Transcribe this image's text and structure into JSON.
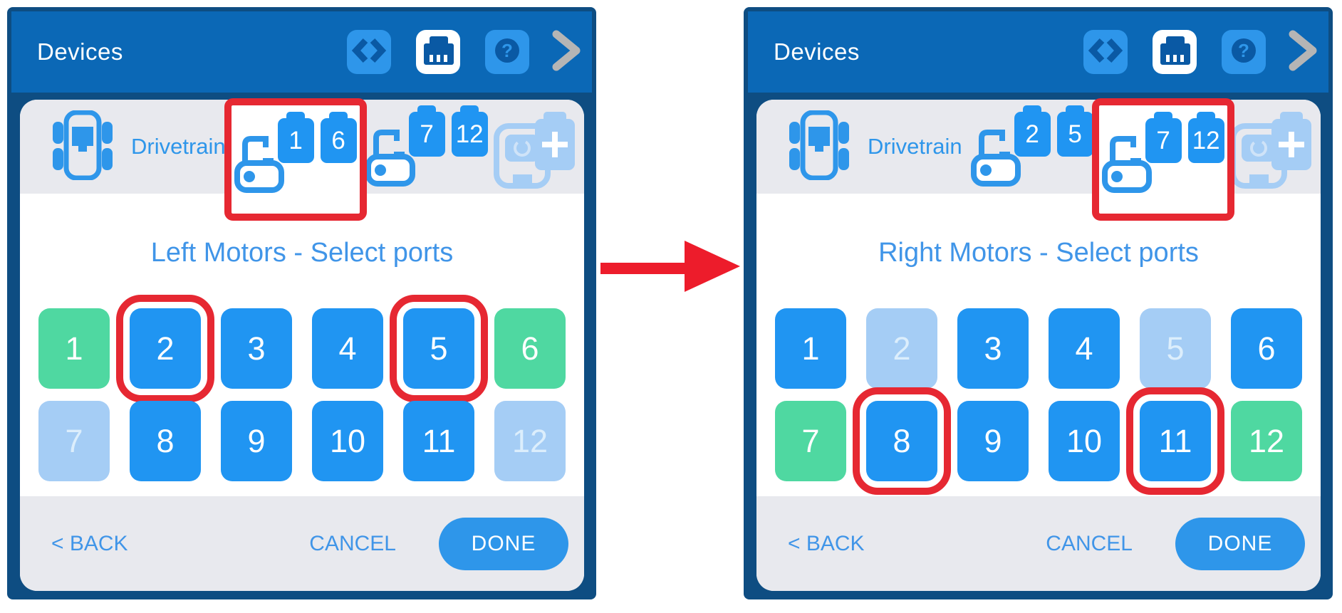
{
  "colors": {
    "navy": "#0e4d82",
    "titlebar": "#0b68b6",
    "lightblue": "#2e96ea",
    "glyph": "#0a59a4",
    "rowgray": "#e8e9ee",
    "accent": "#2e96ea",
    "heading": "#4095e8",
    "portblue": "#2095f2",
    "portgreen": "#4fd8a1",
    "portfaded": "#a5cdf5",
    "portfadedtext": "#dceefc",
    "annotationred": "#e62832",
    "arrowred": "#ed1c2b",
    "chevrongray": "#b5b5b5"
  },
  "icons": {
    "code": "code-brackets",
    "brain": "robot-brain",
    "help": "question-mark",
    "chevron": "chevron-right",
    "drivetrain": "drivetrain-robot",
    "motor": "smart-motor",
    "add": "add-device-plus"
  },
  "panels": [
    {
      "titlebar": {
        "title": "Devices"
      },
      "header": {
        "device_label": "Drivetrain",
        "motor_groups": [
          {
            "ports": [
              "1",
              "6"
            ],
            "selected": true,
            "annotated": true
          },
          {
            "ports": [
              "7",
              "12"
            ],
            "selected": false,
            "annotated": false
          }
        ],
        "add_label": "+"
      },
      "content": {
        "title": "Left Motors - Select ports",
        "ports": [
          {
            "label": "1",
            "state": "assigned",
            "annotated": false
          },
          {
            "label": "2",
            "state": "selectable",
            "annotated": true
          },
          {
            "label": "3",
            "state": "selectable",
            "annotated": false
          },
          {
            "label": "4",
            "state": "selectable",
            "annotated": false
          },
          {
            "label": "5",
            "state": "selectable",
            "annotated": true
          },
          {
            "label": "6",
            "state": "assigned",
            "annotated": false
          },
          {
            "label": "7",
            "state": "taken",
            "annotated": false
          },
          {
            "label": "8",
            "state": "selectable",
            "annotated": false
          },
          {
            "label": "9",
            "state": "selectable",
            "annotated": false
          },
          {
            "label": "10",
            "state": "selectable",
            "annotated": false
          },
          {
            "label": "11",
            "state": "selectable",
            "annotated": false
          },
          {
            "label": "12",
            "state": "taken",
            "annotated": false
          }
        ]
      },
      "footer": {
        "back_label": "< BACK",
        "cancel_label": "CANCEL",
        "done_label": "DONE"
      }
    },
    {
      "titlebar": {
        "title": "Devices"
      },
      "header": {
        "device_label": "Drivetrain",
        "motor_groups": [
          {
            "ports": [
              "2",
              "5"
            ],
            "selected": false,
            "annotated": false
          },
          {
            "ports": [
              "7",
              "12"
            ],
            "selected": true,
            "annotated": true
          }
        ],
        "add_label": "+"
      },
      "content": {
        "title": "Right Motors - Select ports",
        "ports": [
          {
            "label": "1",
            "state": "selectable",
            "annotated": false
          },
          {
            "label": "2",
            "state": "taken",
            "annotated": false
          },
          {
            "label": "3",
            "state": "selectable",
            "annotated": false
          },
          {
            "label": "4",
            "state": "selectable",
            "annotated": false
          },
          {
            "label": "5",
            "state": "taken",
            "annotated": false
          },
          {
            "label": "6",
            "state": "selectable",
            "annotated": false
          },
          {
            "label": "7",
            "state": "assigned",
            "annotated": false
          },
          {
            "label": "8",
            "state": "selectable",
            "annotated": true
          },
          {
            "label": "9",
            "state": "selectable",
            "annotated": false
          },
          {
            "label": "10",
            "state": "selectable",
            "annotated": false
          },
          {
            "label": "11",
            "state": "selectable",
            "annotated": true
          },
          {
            "label": "12",
            "state": "assigned",
            "annotated": false
          }
        ]
      },
      "footer": {
        "back_label": "< BACK",
        "cancel_label": "CANCEL",
        "done_label": "DONE"
      }
    }
  ]
}
